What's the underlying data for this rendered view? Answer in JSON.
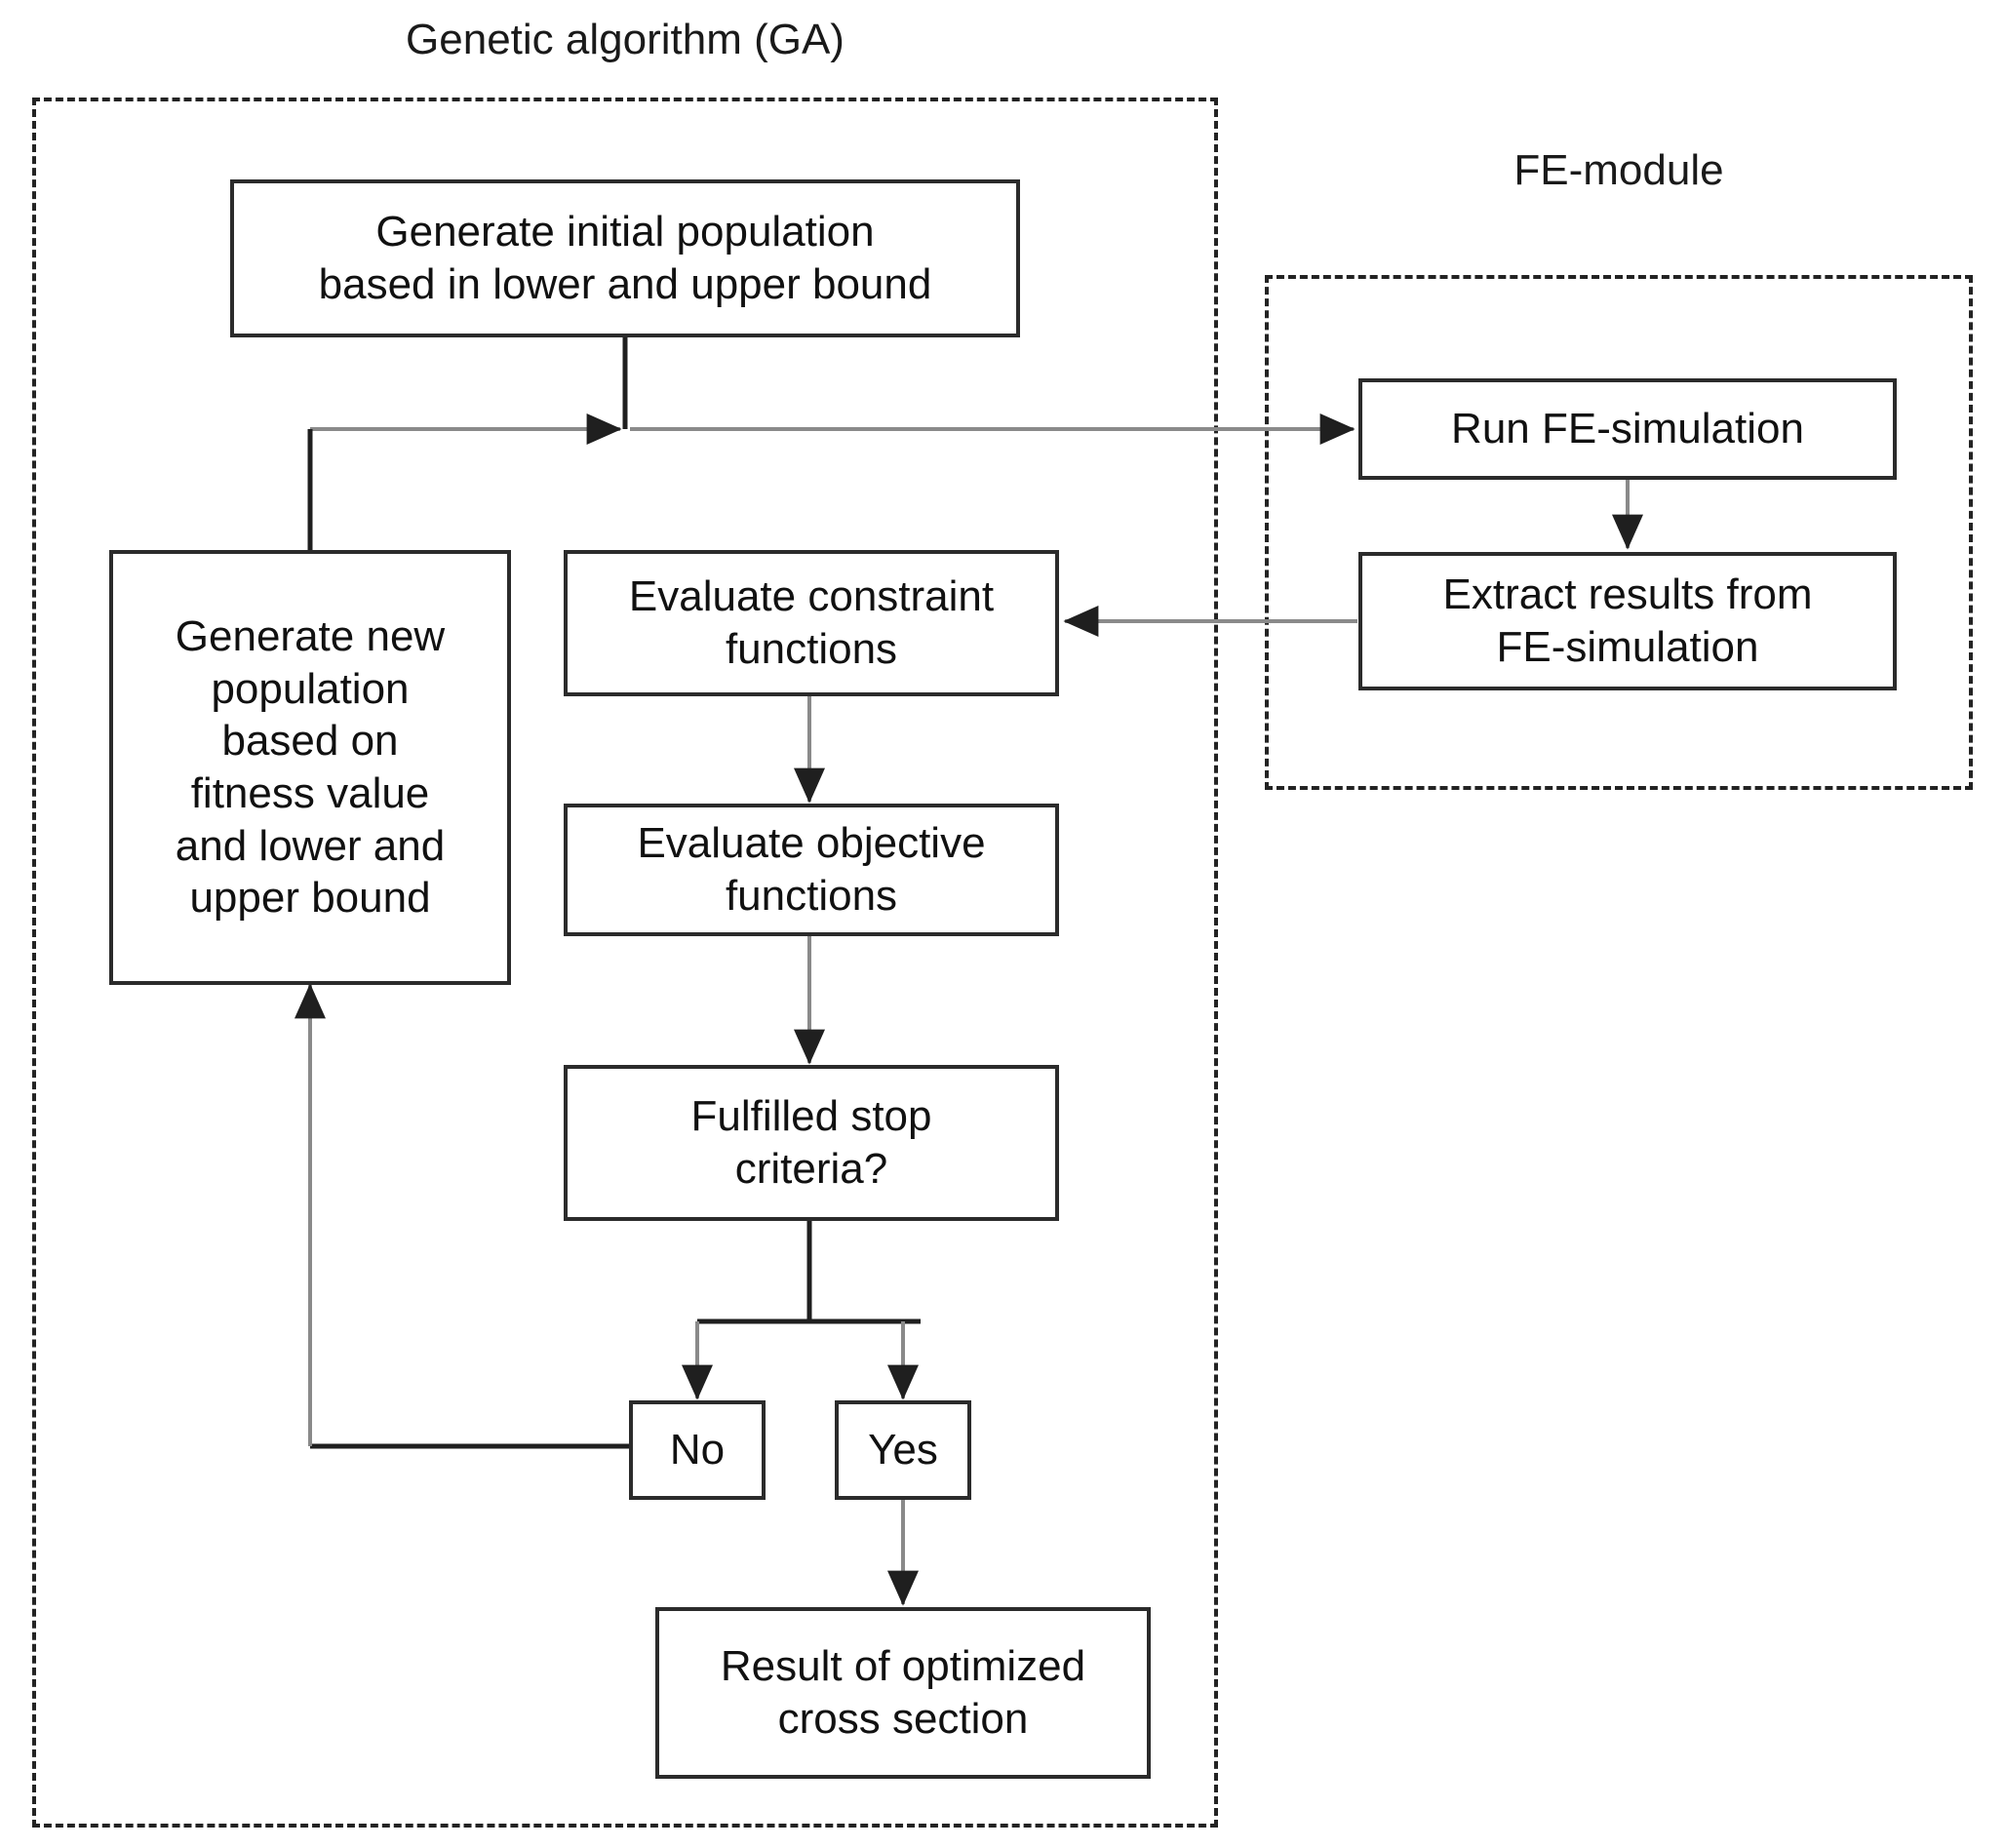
{
  "diagram": {
    "title_groups": [
      {
        "id": "ga",
        "label": "Genetic algorithm (GA)"
      },
      {
        "id": "fe",
        "label": "FE-module"
      }
    ],
    "nodes": {
      "generate_initial": "Generate initial population\nbased in lower and upper bound",
      "generate_new": "Generate new\npopulation\nbased on\nfitness value\nand lower and\nupper bound",
      "evaluate_constraint": "Evaluate constraint\nfunctions",
      "evaluate_objective": "Evaluate objective\nfunctions",
      "fulfilled_stop": "Fulfilled stop\ncriteria?",
      "decision_no": "No",
      "decision_yes": "Yes",
      "result": "Result of optimized\ncross section",
      "run_fe": "Run FE-simulation",
      "extract_results": "Extract results from\nFE-simulation"
    },
    "colors": {
      "node_border": "#2b2b2b",
      "group_border": "#232323",
      "text": "#111111",
      "wire_dark": "#1f1f1f",
      "wire_light": "#8a8a8a",
      "background": "#ffffff"
    }
  }
}
